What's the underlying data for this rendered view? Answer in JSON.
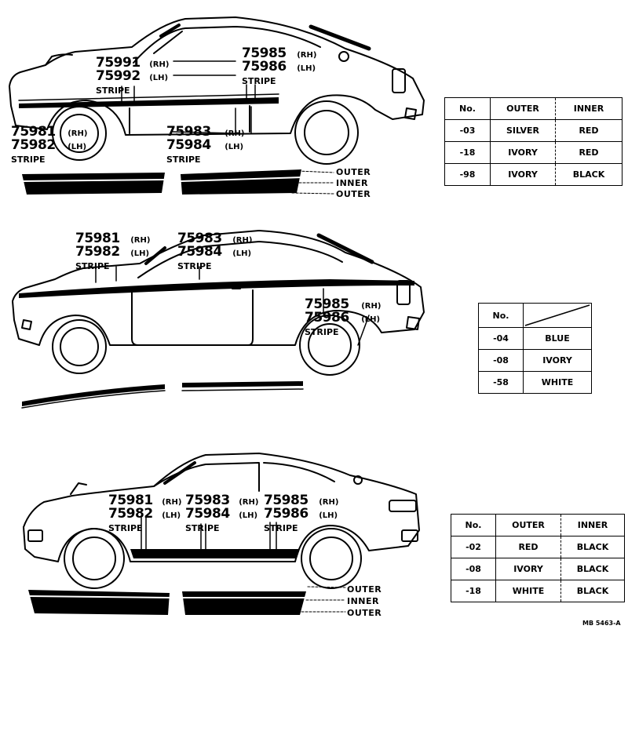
{
  "diagram1": {
    "labels": [
      {
        "pn1": "75991",
        "side1": "(RH)",
        "pn2": "75992",
        "side2": "(LH)",
        "stripe": "STRIPE"
      },
      {
        "pn1": "75985",
        "side1": "(RH)",
        "pn2": "75986",
        "side2": "(LH)",
        "stripe": "STRIPE"
      },
      {
        "pn1": "75981",
        "side1": "(RH)",
        "pn2": "75982",
        "side2": "(LH)",
        "stripe": "STRIPE"
      },
      {
        "pn1": "75983",
        "side1": "(RH)",
        "pn2": "75984",
        "side2": "(LH)",
        "stripe": "STRIPE"
      }
    ],
    "legend": [
      "OUTER",
      "INNER",
      "OUTER"
    ],
    "table": {
      "headers": [
        "No.",
        "OUTER",
        "INNER"
      ],
      "rows": [
        [
          "-03",
          "SILVER",
          "RED"
        ],
        [
          "-18",
          "IVORY",
          "RED"
        ],
        [
          "-98",
          "IVORY",
          "BLACK"
        ]
      ]
    }
  },
  "diagram2": {
    "labels": [
      {
        "pn1": "75981",
        "side1": "(RH)",
        "pn2": "75982",
        "side2": "(LH)",
        "stripe": "STRIPE"
      },
      {
        "pn1": "75983",
        "side1": "(RH)",
        "pn2": "75984",
        "side2": "(LH)",
        "stripe": "STRIPE"
      },
      {
        "pn1": "75985",
        "side1": "(RH)",
        "pn2": "75986",
        "side2": "(LH)",
        "stripe": "STRIPE"
      }
    ],
    "table": {
      "headers": [
        "No.",
        ""
      ],
      "rows": [
        [
          "-04",
          "BLUE"
        ],
        [
          "-08",
          "IVORY"
        ],
        [
          "-58",
          "WHITE"
        ]
      ]
    }
  },
  "diagram3": {
    "labels": [
      {
        "pn1": "75981",
        "side1": "(RH)",
        "pn2": "75982",
        "side2": "(LH)",
        "stripe": "STRIPE"
      },
      {
        "pn1": "75983",
        "side1": "(RH)",
        "pn2": "75984",
        "side2": "(LH)",
        "stripe": "STRIPE"
      },
      {
        "pn1": "75985",
        "side1": "(RH)",
        "pn2": "75986",
        "side2": "(LH)",
        "stripe": "STRIPE"
      }
    ],
    "legend": [
      "OUTER",
      "INNER",
      "OUTER"
    ],
    "table": {
      "headers": [
        "No.",
        "OUTER",
        "INNER"
      ],
      "rows": [
        [
          "-02",
          "RED",
          "BLACK"
        ],
        [
          "-08",
          "IVORY",
          "BLACK"
        ],
        [
          "-18",
          "WHITE",
          "BLACK"
        ]
      ]
    }
  },
  "figure_code": "MB 5463-A"
}
